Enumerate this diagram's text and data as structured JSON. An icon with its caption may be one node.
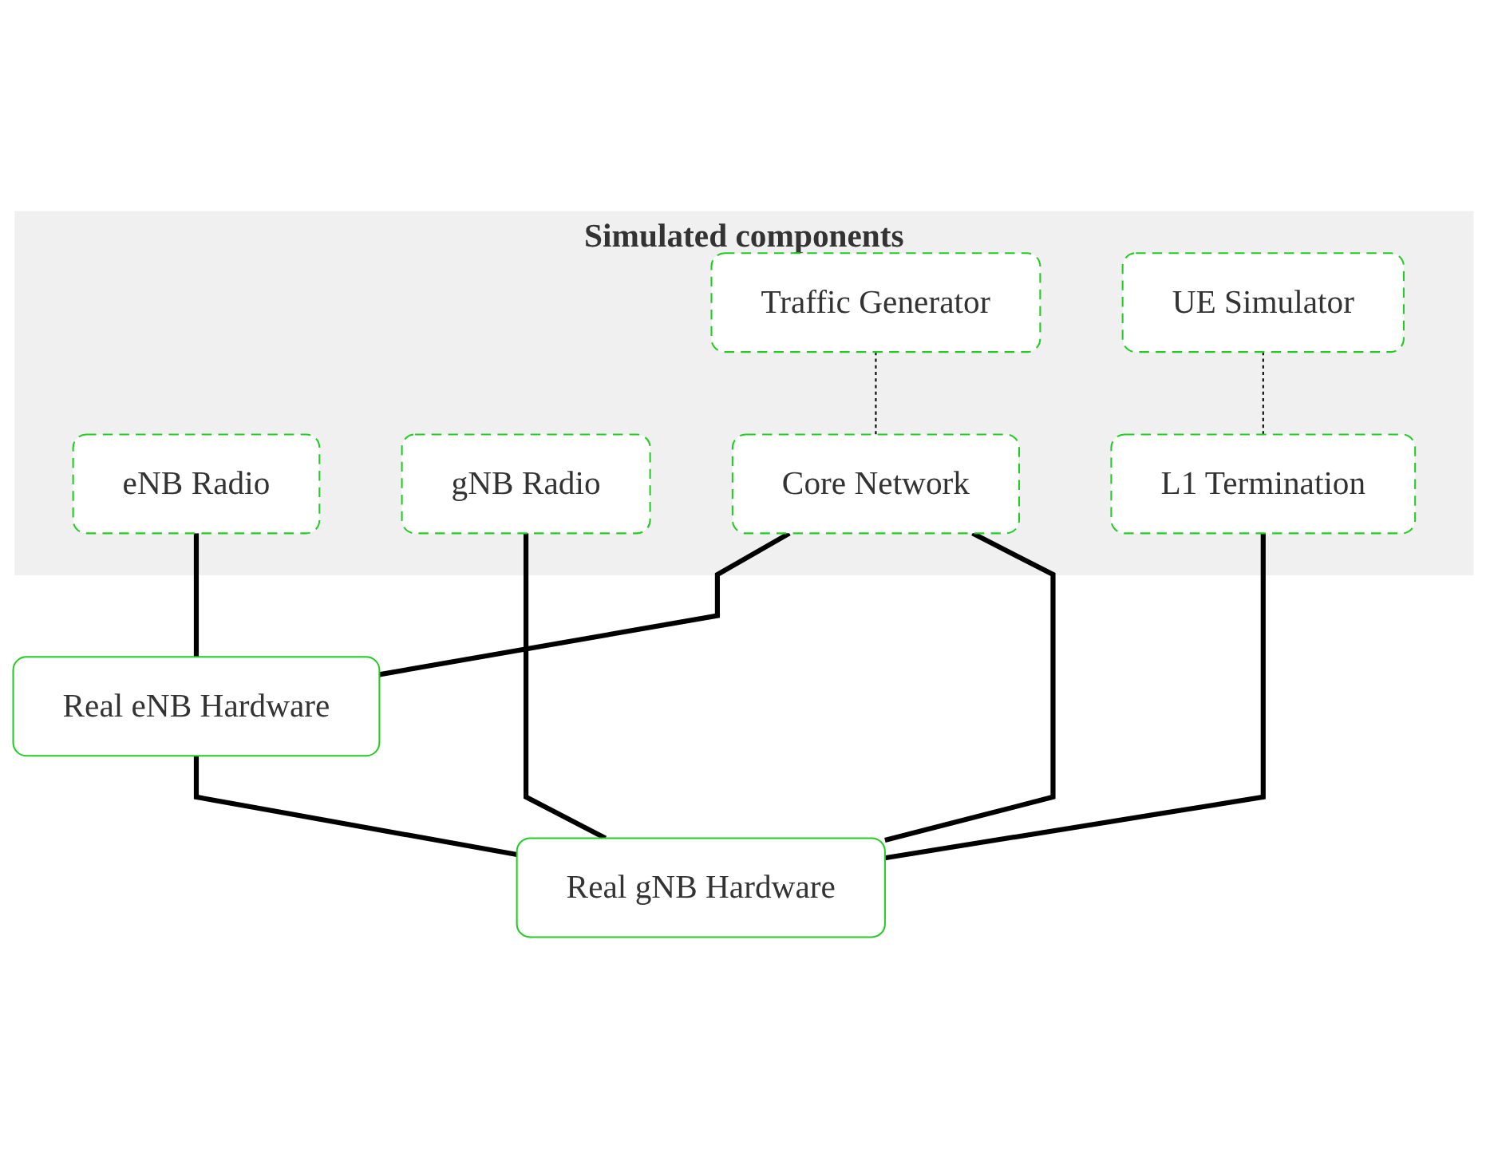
{
  "diagram": {
    "nodes": [
      {
        "text": [
          "Simulated components"
        ]
      },
      {
        "text": [
          "eNB Radio"
        ],
        "in": 0
      },
      {
        "text": [
          "Traffic Generator"
        ],
        "in": 0
      },
      {
        "text": [
          "UE Simulator"
        ],
        "in": 0
      },
      {
        "text": [
          "gNB Radio"
        ],
        "in": 0
      },
      {
        "text": [
          "Core Network"
        ],
        "in": 0
      },
      {
        "text": [
          "L1 Termination"
        ],
        "in": 0
      },
      {
        "text": [
          "Real eNB Hardware"
        ]
      },
      {
        "text": [
          "Real gNB Hardware"
        ]
      }
    ],
    "edges": [
      {
        "from": 1,
        "to": 7,
        "arrow": "none"
      },
      {
        "from": 2,
        "to": 5,
        "arrow": "none",
        "style": "dashed"
      },
      {
        "from": 3,
        "to": 6,
        "arrow": "none",
        "style": "dashed"
      },
      {
        "from": 4,
        "to": 8,
        "arrow": "none"
      },
      {
        "from": 5,
        "to": 7,
        "arrow": "none"
      },
      {
        "from": 5,
        "to": 8,
        "arrow": "none"
      },
      {
        "from": 6,
        "to": 8,
        "arrow": "none"
      },
      {
        "from": 7,
        "to": 8,
        "arrow": "none"
      }
    ]
  }
}
